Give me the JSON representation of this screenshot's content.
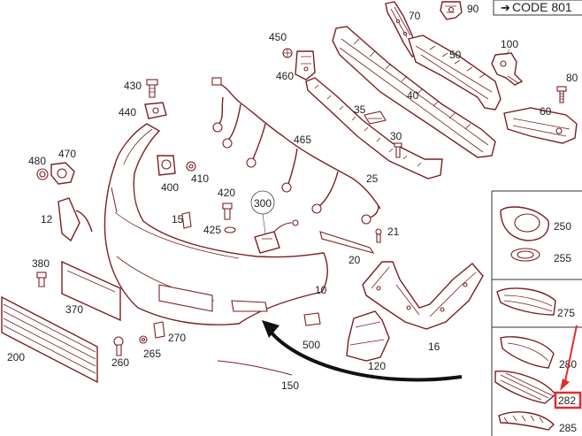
{
  "header": {
    "code_label": "CODE 801"
  },
  "labels": {
    "p10": "10",
    "p12": "12",
    "p15": "15",
    "p16": "16",
    "p20": "20",
    "p21": "21",
    "p25": "25",
    "p30": "30",
    "p35": "35",
    "p40": "40",
    "p50": "50",
    "p60": "60",
    "p70": "70",
    "p80": "80",
    "p90": "90",
    "p100": "100",
    "p120": "120",
    "p150": "150",
    "p200": "200",
    "p250": "250",
    "p255": "255",
    "p260": "260",
    "p265": "265",
    "p270": "270",
    "p275": "275",
    "p280": "280",
    "p282": "282",
    "p285": "285",
    "p300": "300",
    "p370": "370",
    "p380": "380",
    "p400": "400",
    "p410": "410",
    "p420": "420",
    "p425": "425",
    "p430": "430",
    "p440": "440",
    "p450": "450",
    "p460": "460",
    "p465": "465",
    "p470": "470",
    "p480": "480",
    "p500": "500"
  },
  "colors": {
    "line": "#7a1f24",
    "highlight": "#e32b2b",
    "arrow": "#111111"
  }
}
